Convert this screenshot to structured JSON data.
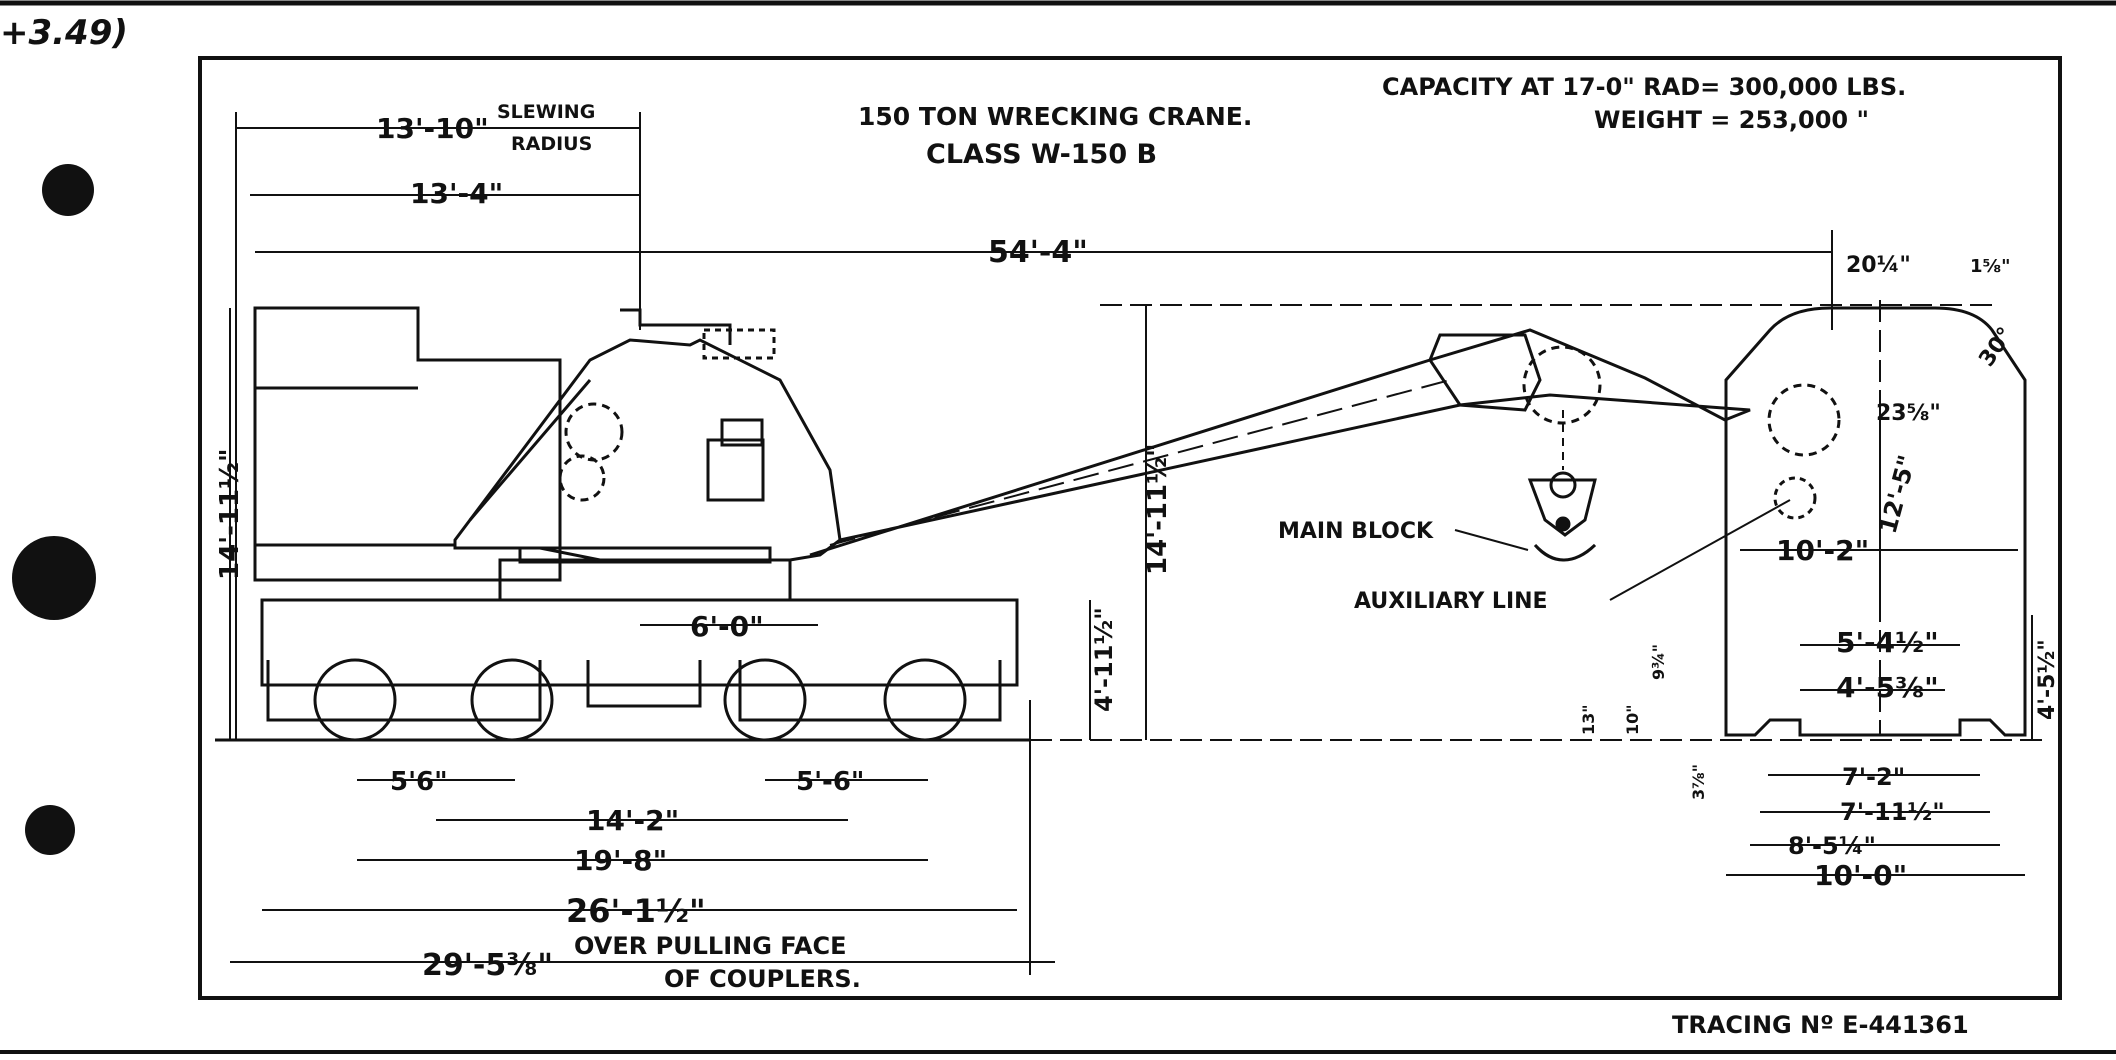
{
  "sheet": {
    "corner_ref": "+3.49)",
    "tracing_number": "TRACING Nº E-441361"
  },
  "title": {
    "line1": "150 TON WRECKING CRANE.",
    "line2": "CLASS W-150 B"
  },
  "specs": {
    "capacity": "CAPACITY AT 17-0\" RAD= 300,000 LBS.",
    "weight": "WEIGHT = 253,000 \""
  },
  "labels": {
    "slewing": "SLEWING",
    "radius": "RADIUS",
    "main_block": "MAIN BLOCK",
    "auxiliary_line": "AUXILIARY LINE",
    "over_pulling_face": "OVER PULLING FACE",
    "of_couplers": "OF COUPLERS."
  },
  "dimensions": {
    "slewing_radius": "13'-10\"",
    "tail_radius": "13'-4\"",
    "overall_boom": "54'-4\"",
    "end_height_left": "14'-11½\"",
    "boom_height": "14'-11½\"",
    "deck_height": "4'-11½\"",
    "bolster": "6'-0\"",
    "truck_wb_left": "5'6\"",
    "truck_wb_right": "5'-6\"",
    "truck_centers": "14'-2\"",
    "wheel_extent": "19'-8\"",
    "over_body": "26'-1½\"",
    "over_couplers": "29'-5⅜\"",
    "end_top": "20¼\"",
    "end_top_small": "1⅝\"",
    "end_angle": "30°",
    "end_off": "23⅝\"",
    "end_height": "12'-5\"",
    "end_width_upper": "10'-2\"",
    "end_w1": "5'-4½\"",
    "end_w2": "4'-5⅜\"",
    "end_h1": "4'-5½\"",
    "small_13": "13\"",
    "small_10": "10\"",
    "small_9": "9¾\"",
    "small_3": "3⅞\"",
    "base_7_2": "7'-2\"",
    "base_7_11": "7'-11½\"",
    "base_8_5": "8'-5¼\"",
    "base_10_0": "10'-0\""
  }
}
